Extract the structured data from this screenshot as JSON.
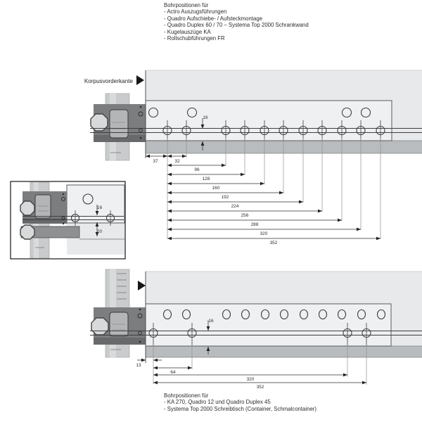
{
  "header_notes": {
    "title": "Bohrpositionen für",
    "items": [
      "- Actro Auszugsführungen",
      "- Quadro Aufschiebe- / Aufsteckmontage",
      "- Quadro Duplex 60 / 70 – Systema Top 2000 Schrankwand",
      "- Kugelauszüge KA",
      "- Rollschubführungen FR"
    ]
  },
  "footer_notes": {
    "title": "Bohrpositionen für",
    "items": [
      "- KA 270, Quadro 12 und Quadro Duplex 45",
      "- Systema Top 2000 Schreibtisch (Container, Schmalcontainer)"
    ]
  },
  "top_diagram": {
    "front_edge_label": "Korpusvorderkante",
    "dim_edge_to_first_hole": "37",
    "dim_hole_spacing": "32",
    "dim_vertical": "16",
    "dim_stack": [
      "96",
      "128",
      "160",
      "192",
      "224",
      "256",
      "288",
      "320",
      "352"
    ]
  },
  "bottom_diagram": {
    "dim_edge_to_first_hole": "13",
    "dim_hole_spacing": "64",
    "dim_vertical": "16",
    "dim_to_right_hole_1": "320",
    "dim_to_right_hole_2": "352"
  },
  "inset": {
    "dim_upper": "16",
    "dim_lower": "20"
  },
  "colors": {
    "panel_gray": "#e8e9eb",
    "rail_gray": "#eef0f1",
    "strip_gray": "#b9bcbe",
    "bracket_gray": "#7b7d7f",
    "knob_gray": "#d7d9db"
  }
}
